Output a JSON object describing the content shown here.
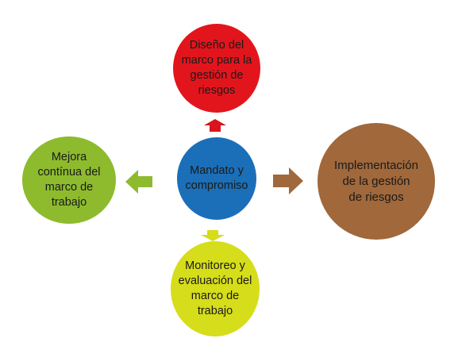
{
  "nodes": {
    "center": {
      "label": "Mandato y\ncompromiso",
      "color": "#1B6FB9",
      "text_color": "#1a1a1a"
    },
    "top": {
      "label": "Diseño del\nmarco para la\ngestión de\nriesgos",
      "color": "#E2151D",
      "text_color": "#1a1a1a"
    },
    "left": {
      "label": "Mejora\ncontínua del\nmarco de\ntrabajo",
      "color": "#8DBB2D",
      "text_color": "#1a1a1a"
    },
    "right": {
      "label": "Implementación\nde la gestión\nde riesgos",
      "color": "#A0683B",
      "text_color": "#1a1a1a"
    },
    "bottom": {
      "label": "Monitoreo y\nevaluación del\nmarco de\ntrabajo",
      "color": "#D6DD1A",
      "text_color": "#1a1a1a"
    }
  },
  "arrows": {
    "up": {
      "color": "#D9141C"
    },
    "left": {
      "color": "#8DBB2D"
    },
    "right": {
      "color": "#A0683B"
    },
    "down": {
      "color": "#D6DD1A"
    }
  }
}
